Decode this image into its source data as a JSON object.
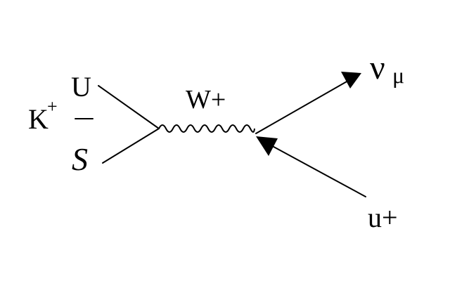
{
  "diagram": {
    "labels": {
      "kaon": "K",
      "kaon_charge": "+",
      "up_quark": "U",
      "strange_bar": "S",
      "w_boson": "W+",
      "neutrino": "ν",
      "neutrino_subscript": "μ",
      "muon": "u+"
    },
    "line_color": "#000000",
    "background_color": "#ffffff"
  }
}
